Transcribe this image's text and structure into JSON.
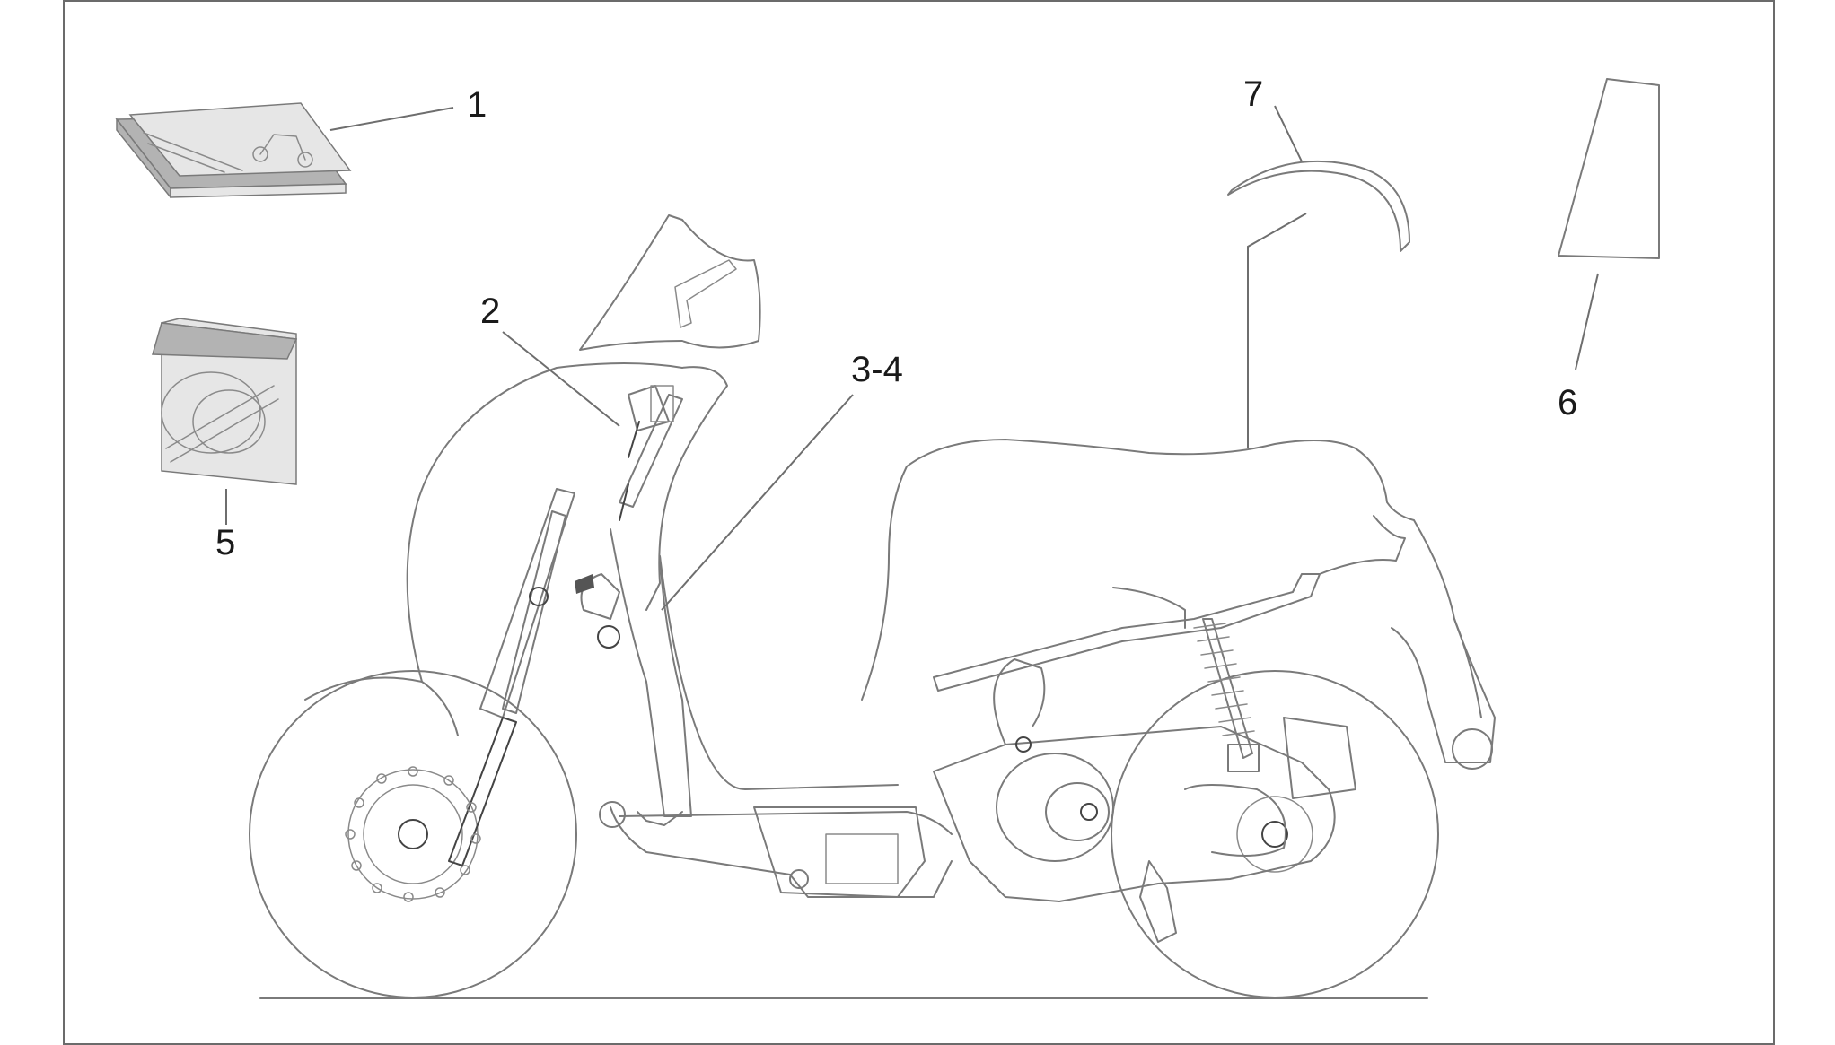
{
  "callouts": [
    {
      "id": "1",
      "label": "1"
    },
    {
      "id": "2",
      "label": "2"
    },
    {
      "id": "3-4",
      "label": "3-4"
    },
    {
      "id": "5",
      "label": "5"
    },
    {
      "id": "6",
      "label": "6"
    },
    {
      "id": "7",
      "label": "7"
    }
  ],
  "parts": {
    "manual": "owner-manual-booklet",
    "windshield": "windshield",
    "frame": "scooter-frame",
    "decal_kit": "decal-kit",
    "side_decal": "side-decal",
    "seat_trim": "seat-trim"
  }
}
